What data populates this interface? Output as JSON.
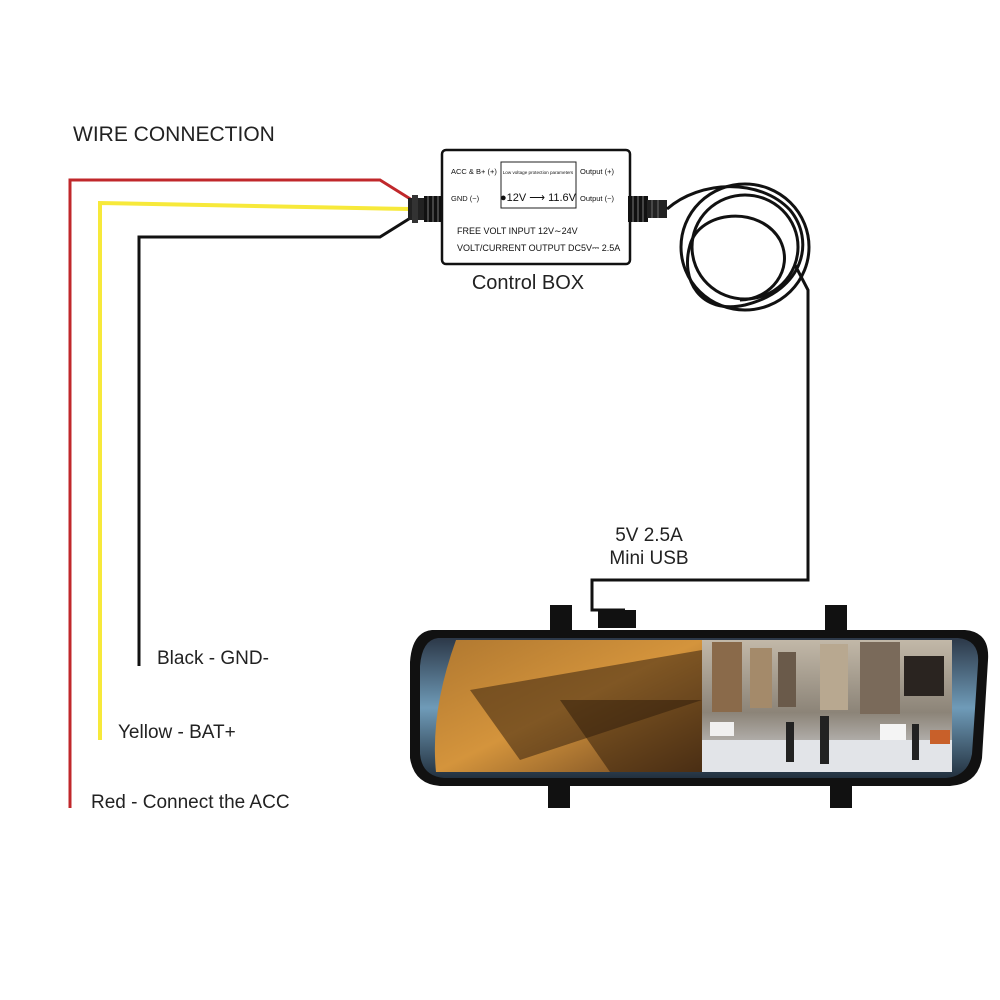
{
  "title": "WIRE CONNECTION",
  "control_box": {
    "name": "Control BOX",
    "input_plus": "ACC & B+ (+)",
    "input_gnd": "GND (−)",
    "protection_caption": "Low voltage protection parameters",
    "protection_values": "●12V ⟶ 11.6V",
    "output_plus": "Output (+)",
    "output_minus": "Output (−)",
    "free_volt_input": "FREE VOLT INPUT   12V∼24V",
    "volt_current_output": "VOLT/CURRENT OUTPUT  DC5V⎓ 2.5A"
  },
  "usb_spec": {
    "power": "5V  2.5A",
    "connector": "Mini USB"
  },
  "wires": [
    {
      "id": "black",
      "label": "Black - GND-",
      "color": "#111111"
    },
    {
      "id": "yellow",
      "label": "Yellow - BAT+",
      "color": "#f7e93a"
    },
    {
      "id": "red",
      "label": "Red - Connect the ACC",
      "color": "#c0282b"
    }
  ]
}
